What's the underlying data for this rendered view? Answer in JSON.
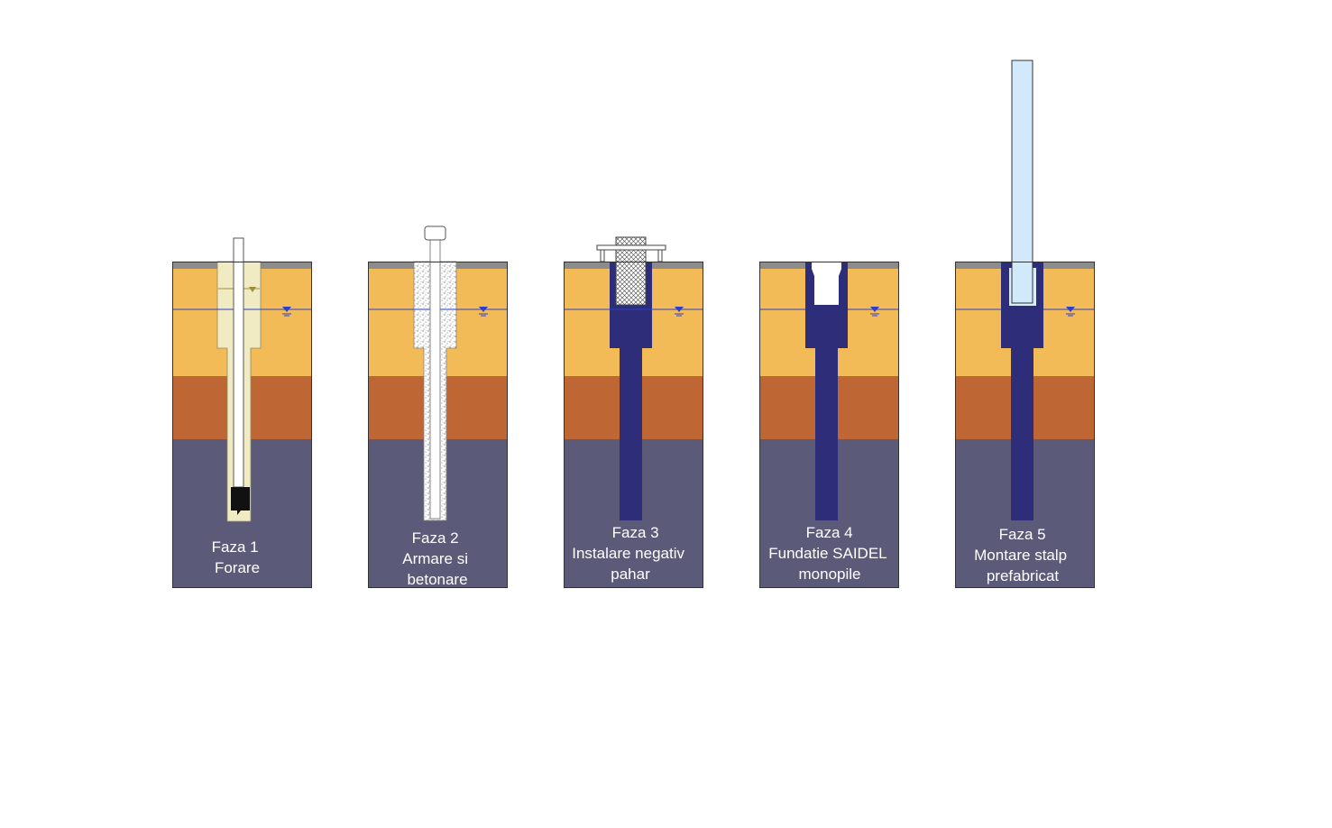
{
  "phases": [
    {
      "id": "phase-1",
      "lines": [
        "Faza 1",
        "Forare"
      ]
    },
    {
      "id": "phase-2",
      "lines": [
        "Faza 2",
        "Armare si",
        "betonare"
      ]
    },
    {
      "id": "phase-3",
      "lines": [
        "Faza 3",
        "Instalare negativ",
        "pahar"
      ]
    },
    {
      "id": "phase-4",
      "lines": [
        "Faza 4",
        "Fundatie SAIDEL",
        "monopile"
      ]
    },
    {
      "id": "phase-5",
      "lines": [
        "Faza 5",
        "Montare stalp",
        "prefabricat"
      ]
    }
  ],
  "colors": {
    "topsoil": "#8c8c8c",
    "layer_sand": "#f3bb57",
    "layer_clay": "#bf6734",
    "layer_rock": "#5b5a78",
    "foundation": "#2d2d7a",
    "water_line": "#2b3fc8",
    "slurry": "#f1ebc4",
    "pole": "#d2e8fb",
    "outline": "#333333"
  }
}
